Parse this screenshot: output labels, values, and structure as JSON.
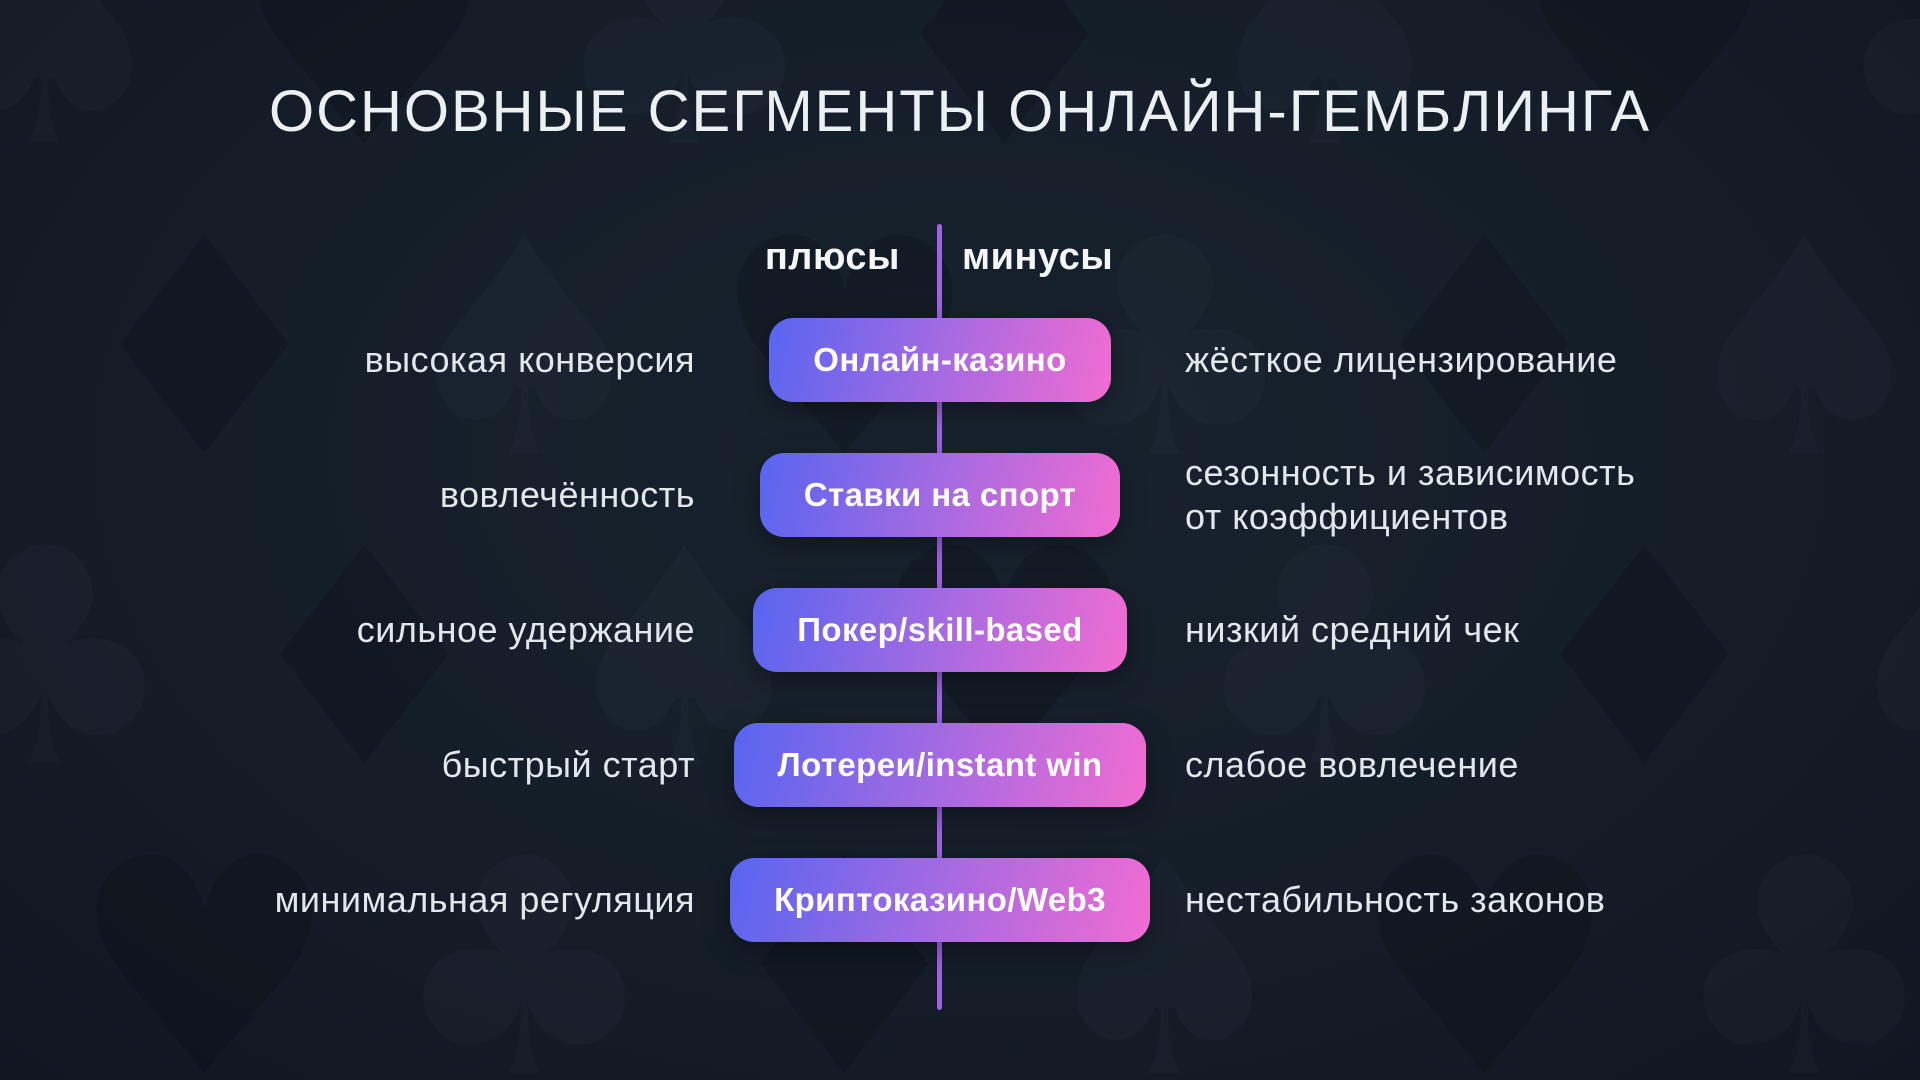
{
  "title": "ОСНОВНЫЕ СЕГМЕНТЫ ОНЛАЙН-ГЕМБЛИНГА",
  "columns": {
    "pros_label": "плюсы",
    "cons_label": "минусы"
  },
  "segments": [
    {
      "name": "Онлайн-казино",
      "pro": "высокая конверсия",
      "con": "жёсткое лицензирование"
    },
    {
      "name": "Ставки на спорт",
      "pro": "вовлечённость",
      "con": "сезонность и зависимость\nот коэффициентов"
    },
    {
      "name": "Покер/skill-based",
      "pro": "сильное удержание",
      "con": "низкий средний чек"
    },
    {
      "name": "Лотереи/instant win",
      "pro": "быстрый старт",
      "con": "слабое вовлечение"
    },
    {
      "name": "Криптоказино/Web3",
      "pro": "минимальная регуляция",
      "con": "нестабильность законов"
    }
  ],
  "colors": {
    "background": "#141d28",
    "divider": "#9c63e4",
    "pill_gradient_start": "#5865f0",
    "pill_gradient_mid": "#a86ae1",
    "pill_gradient_end": "#f16cd2",
    "pill_text": "#fefcff",
    "label_text": "#e2e7ec",
    "title_text": "#edf0f3"
  },
  "background_pattern": {
    "suit_icons": [
      "spade-icon",
      "heart-icon",
      "club-icon",
      "diamond-icon"
    ],
    "suit_glyphs": [
      "♠",
      "♥",
      "♣",
      "♦"
    ]
  }
}
